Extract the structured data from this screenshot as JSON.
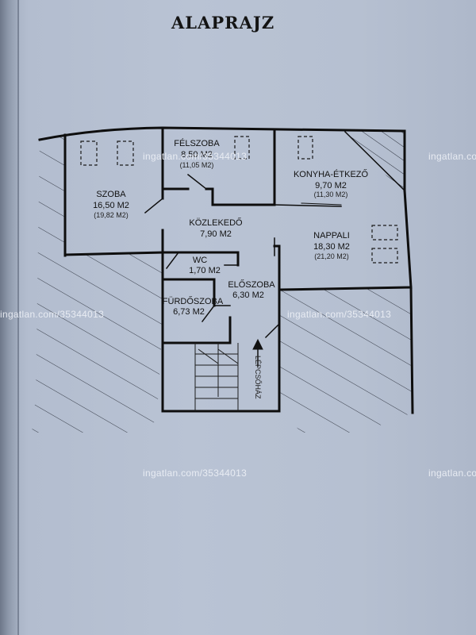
{
  "title": "ALAPRAJZ",
  "rooms": {
    "szoba": {
      "name": "SZOBA",
      "area": "16,50 M2",
      "area_alt": "(19,82 M2)"
    },
    "felszoba": {
      "name": "FÉLSZOBA",
      "area": "8,50 M2",
      "area_alt": "(11,05 M2)"
    },
    "konyha": {
      "name": "KONYHA-ÉTKEZŐ",
      "area": "9,70 M2",
      "area_alt": "(11,30 M2)"
    },
    "kozlekedo": {
      "name": "KÖZLEKEDŐ",
      "area": "7,90 M2"
    },
    "nappali": {
      "name": "NAPPALI",
      "area": "18,30 M2",
      "area_alt": "(21,20 M2)"
    },
    "wc": {
      "name": "WC",
      "area": "1,70 M2"
    },
    "eloszoba": {
      "name": "ELŐSZOBA",
      "area": "6,30 M2"
    },
    "furdoszoba": {
      "name": "FÜRDŐSZOBA",
      "area": "6,73 M2"
    },
    "lepcsohaz": {
      "name": "LÉPCSŐHÁZ"
    }
  },
  "watermark": "ingatlan.com/35344013"
}
